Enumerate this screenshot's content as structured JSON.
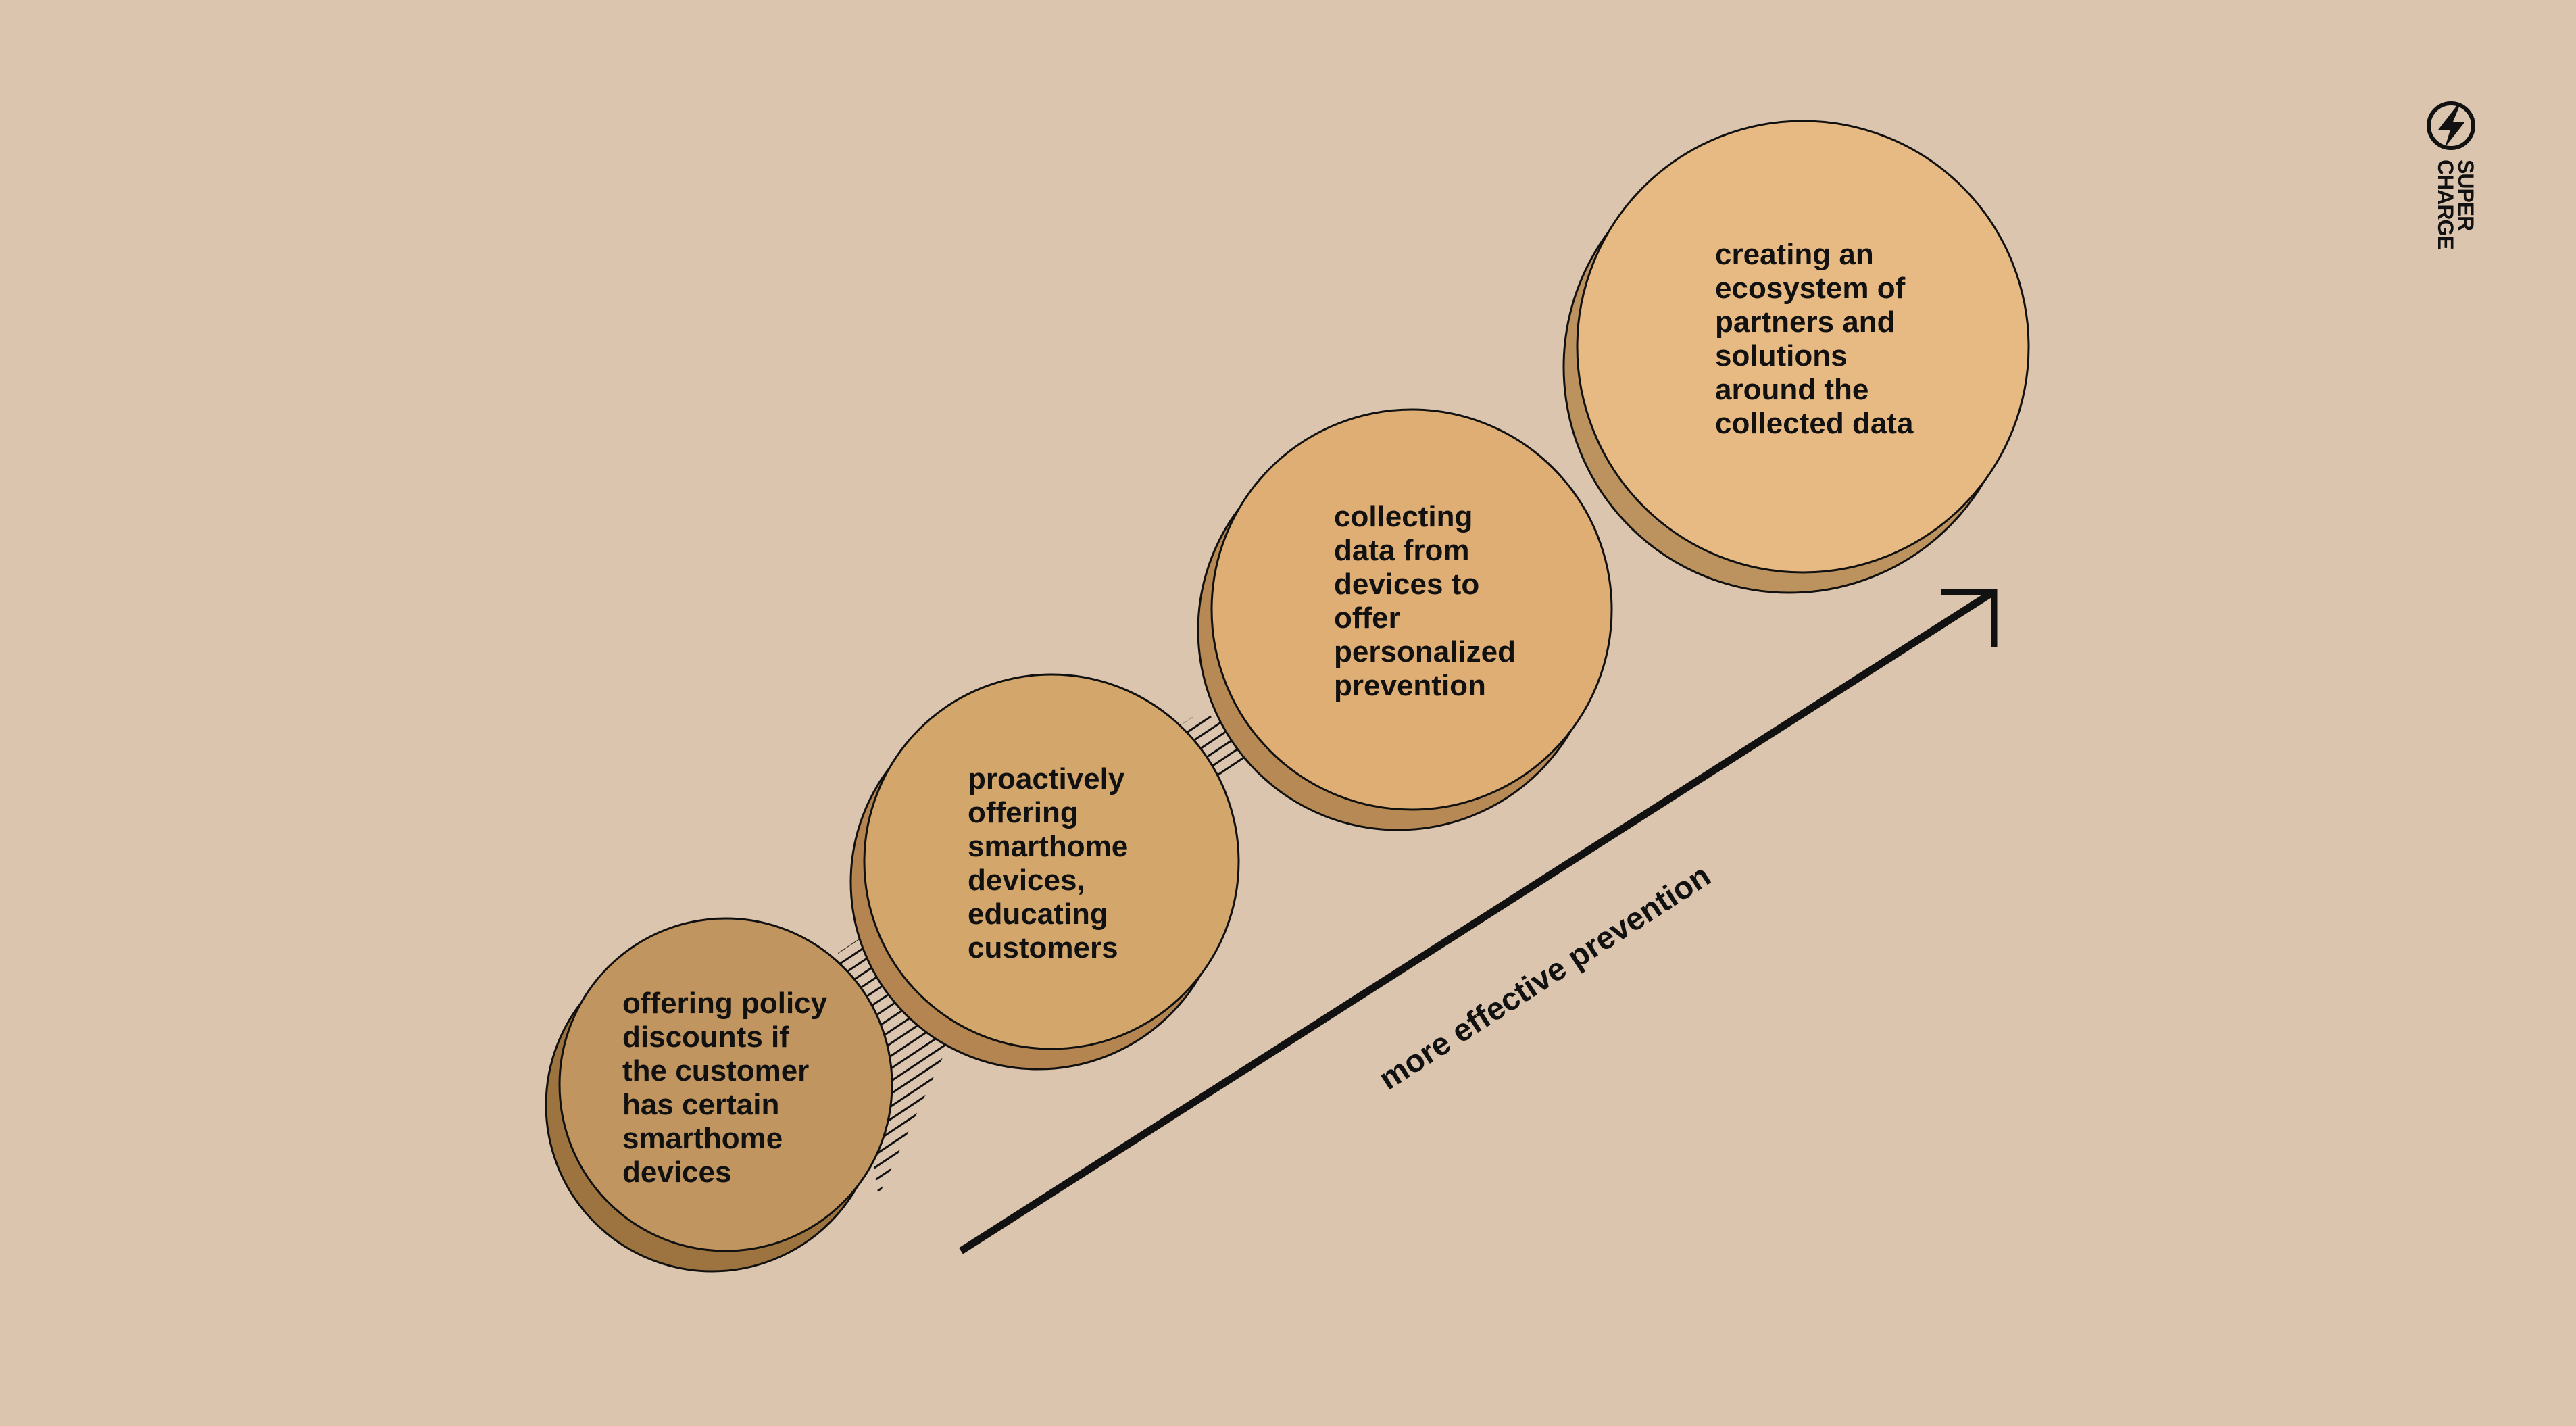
{
  "steps": [
    {
      "lines": [
        "offering policy",
        "discounts if",
        "the customer",
        "has certain",
        "smarthome",
        "devices"
      ],
      "fill": "#c0955f",
      "shadow": "#9d743f"
    },
    {
      "lines": [
        "proactively",
        "offering",
        "smarthome",
        "devices,",
        "educating",
        "customers"
      ],
      "fill": "#d3a66c",
      "shadow": "#b48550"
    },
    {
      "lines": [
        "collecting",
        "data from",
        "devices to",
        "offer",
        "personalized",
        "prevention"
      ],
      "fill": "#deae74",
      "shadow": "#b78954"
    },
    {
      "lines": [
        "creating an",
        "ecosystem of",
        "partners and",
        "solutions",
        "around the",
        "collected data"
      ],
      "fill": "#e8ba83",
      "shadow": "#bc935e"
    }
  ],
  "arrow": {
    "label": "more effective prevention"
  },
  "brand": {
    "line1": "SUPER",
    "line2": "CHARGE",
    "icon": "lightning-bolt-icon"
  },
  "colors": {
    "background": "#dcc5ae",
    "ink": "#111111"
  }
}
